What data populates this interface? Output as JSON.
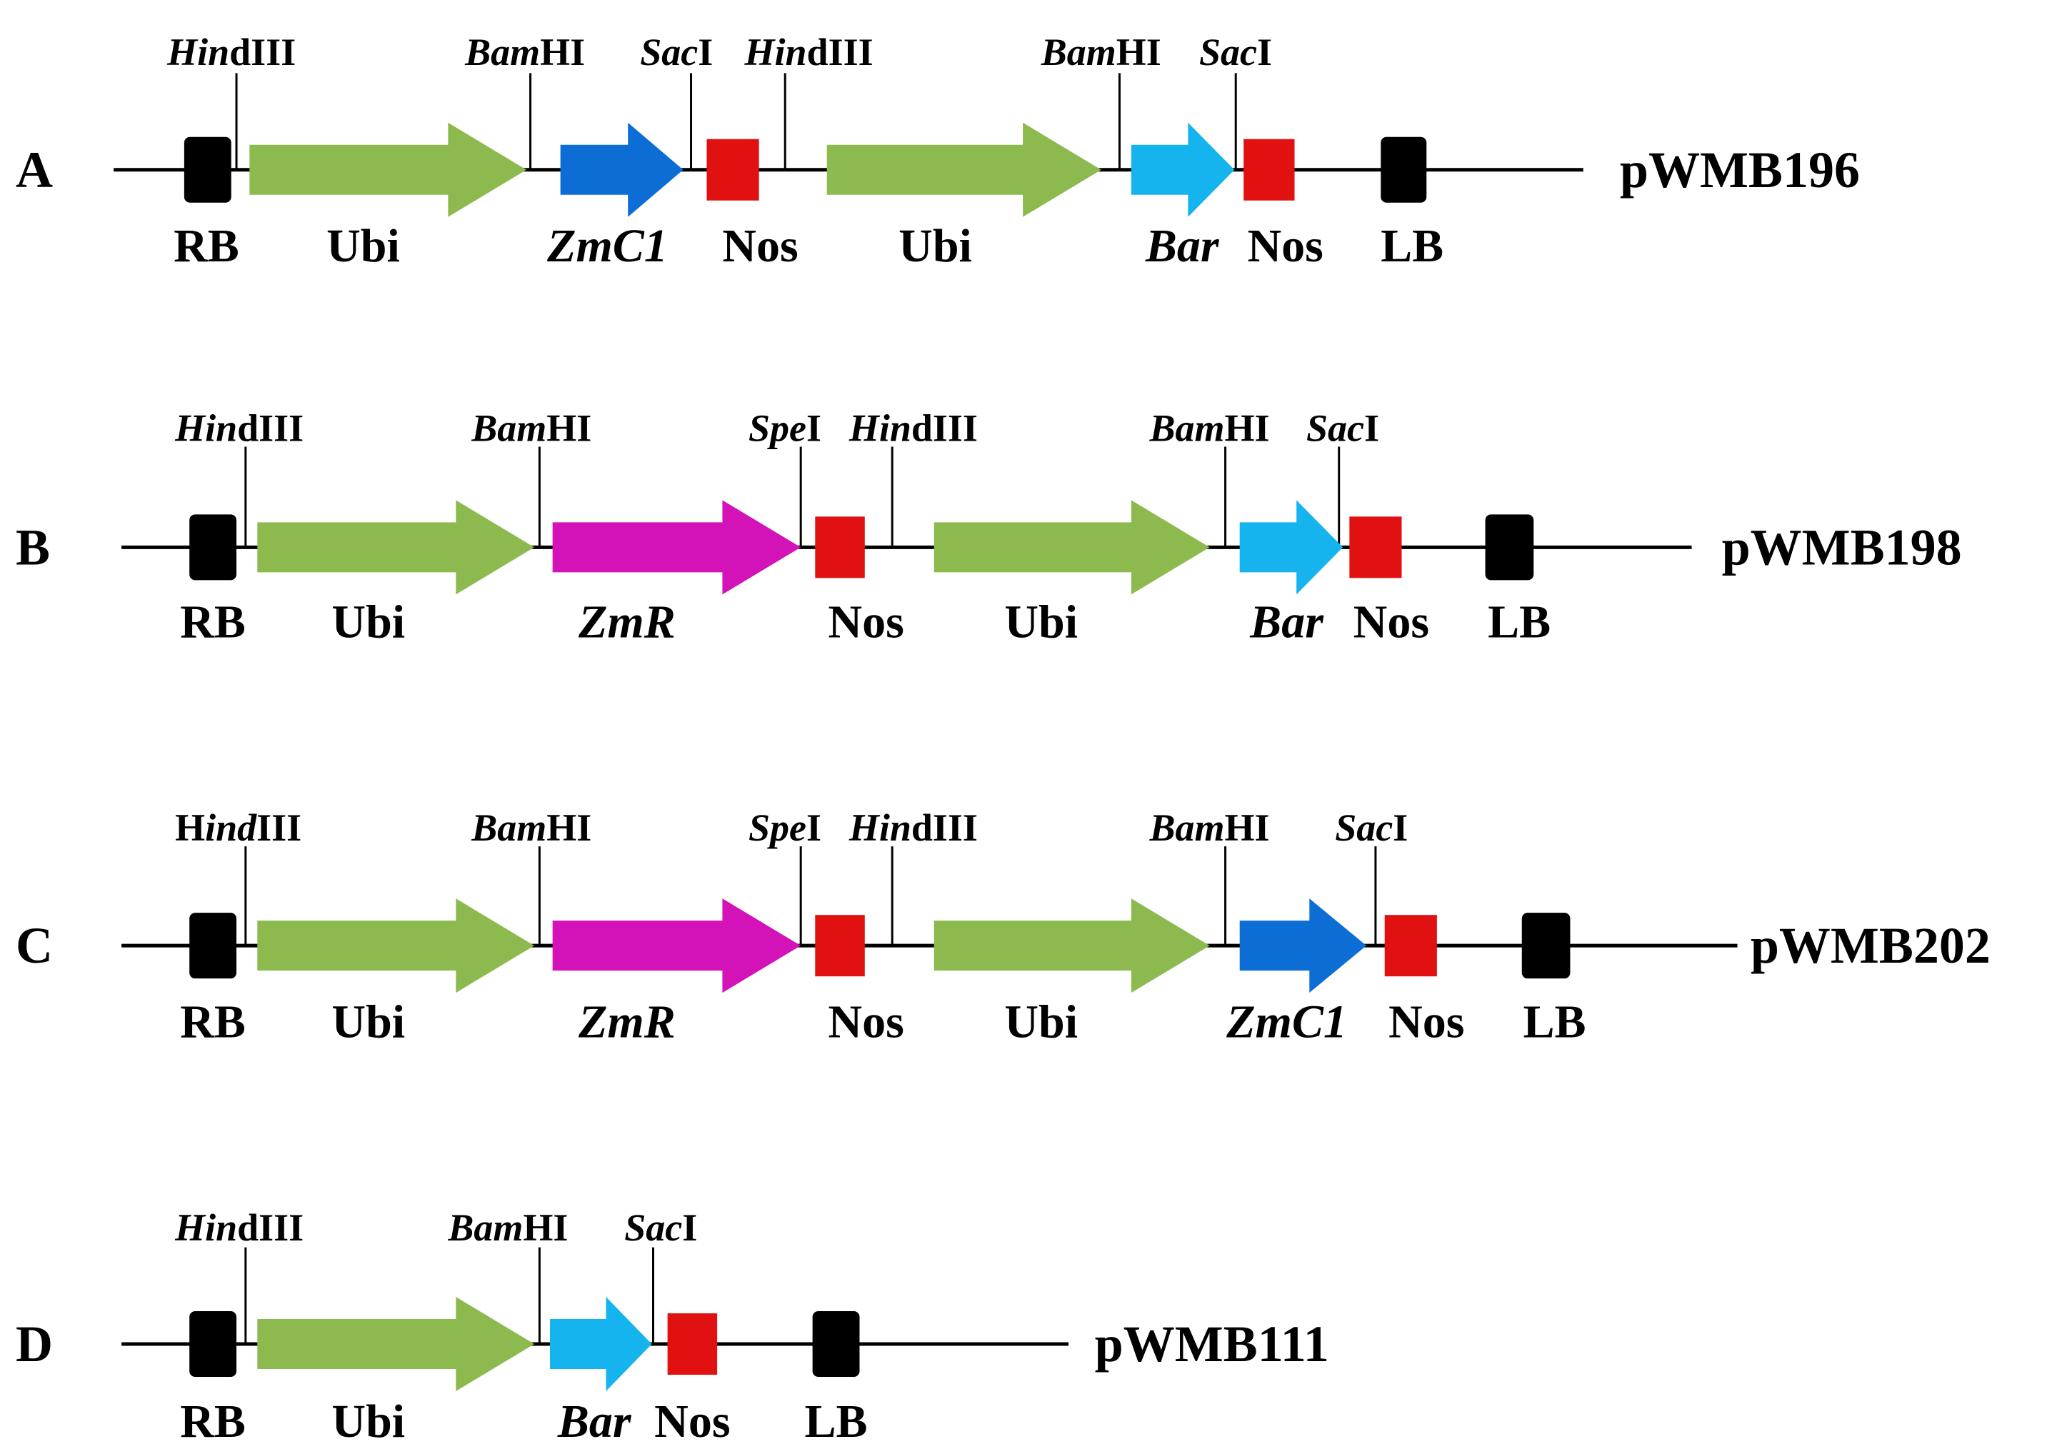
{
  "colors": {
    "promoter": "#8cba4f",
    "zmc1": "#0c6ed4",
    "zmr": "#d312b8",
    "bar": "#16b4ee",
    "terminator": "#e11111",
    "border": "#000000"
  },
  "constructs": [
    {
      "panel": "A",
      "name": "pWMB196",
      "sites": [
        {
          "ital": "Hin",
          "plain": "dIII"
        },
        {
          "ital": "Bam",
          "plain": "HI"
        },
        {
          "ital": "Sac",
          "plain": "I"
        },
        {
          "ital": "Hin",
          "plain": "dIII"
        },
        {
          "ital": "Bam",
          "plain": "HI"
        },
        {
          "ital": "Sac",
          "plain": "I"
        }
      ],
      "parts": [
        {
          "label": "RB",
          "kind": "border"
        },
        {
          "label": "Ubi",
          "kind": "promoter"
        },
        {
          "label": "ZmC1",
          "kind": "zmc1",
          "italic": true
        },
        {
          "label": "Nos",
          "kind": "terminator"
        },
        {
          "label": "Ubi",
          "kind": "promoter"
        },
        {
          "label": "Bar",
          "kind": "bar",
          "italic": true
        },
        {
          "label": "Nos",
          "kind": "terminator"
        },
        {
          "label": "LB",
          "kind": "border"
        }
      ]
    },
    {
      "panel": "B",
      "name": "pWMB198",
      "sites": [
        {
          "ital": "Hin",
          "plain": "dIII"
        },
        {
          "ital": "Bam",
          "plain": "HI"
        },
        {
          "ital": "Spe",
          "plain": "I"
        },
        {
          "ital": "Hin",
          "plain": "dIII"
        },
        {
          "ital": "Bam",
          "plain": "HI"
        },
        {
          "ital": "Sac",
          "plain": "I"
        }
      ],
      "parts": [
        {
          "label": "RB",
          "kind": "border"
        },
        {
          "label": "Ubi",
          "kind": "promoter"
        },
        {
          "label": "ZmR",
          "kind": "zmr",
          "italic": true
        },
        {
          "label": "Nos",
          "kind": "terminator"
        },
        {
          "label": "Ubi",
          "kind": "promoter"
        },
        {
          "label": "Bar",
          "kind": "bar",
          "italic": true
        },
        {
          "label": "Nos",
          "kind": "terminator"
        },
        {
          "label": "LB",
          "kind": "border"
        }
      ]
    },
    {
      "panel": "C",
      "name": "pWMB202",
      "sites": [
        {
          "plain": "H",
          "ital": "ind",
          "tail": "III"
        },
        {
          "ital": "Bam",
          "plain": "HI"
        },
        {
          "ital": "Spe",
          "plain": "I"
        },
        {
          "ital": "Hin",
          "plain": "dIII"
        },
        {
          "ital": "Bam",
          "plain": "HI"
        },
        {
          "ital": "Sac",
          "plain": "I"
        }
      ],
      "parts": [
        {
          "label": "RB",
          "kind": "border"
        },
        {
          "label": "Ubi",
          "kind": "promoter"
        },
        {
          "label": "ZmR",
          "kind": "zmr",
          "italic": true
        },
        {
          "label": "Nos",
          "kind": "terminator"
        },
        {
          "label": "Ubi",
          "kind": "promoter"
        },
        {
          "label": "ZmC1",
          "kind": "zmc1",
          "italic": true
        },
        {
          "label": "Nos",
          "kind": "terminator"
        },
        {
          "label": "LB",
          "kind": "border"
        }
      ]
    },
    {
      "panel": "D",
      "name": "pWMB111",
      "sites": [
        {
          "ital": "Hin",
          "plain": "dIII"
        },
        {
          "ital": "Bam",
          "plain": "HI"
        },
        {
          "ital": "Sac",
          "plain": "I"
        }
      ],
      "parts": [
        {
          "label": "RB",
          "kind": "border"
        },
        {
          "label": "Ubi",
          "kind": "promoter"
        },
        {
          "label": "Bar",
          "kind": "bar",
          "italic": true
        },
        {
          "label": "Nos",
          "kind": "terminator"
        },
        {
          "label": "LB",
          "kind": "border"
        }
      ]
    }
  ]
}
